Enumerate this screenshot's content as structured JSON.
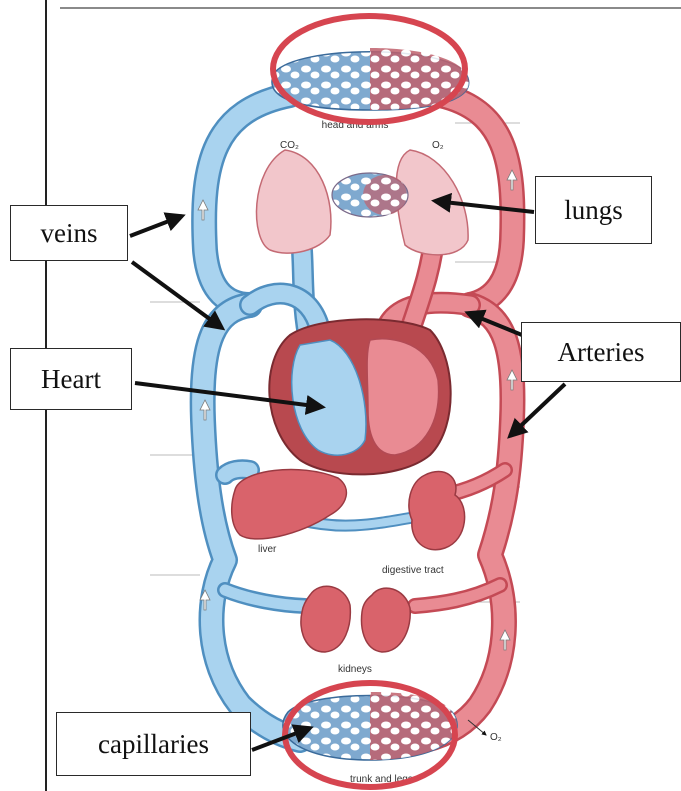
{
  "labels": {
    "veins": "veins",
    "lungs": "lungs",
    "heart": "Heart",
    "arteries": "Arteries",
    "capillaries": "capillaries"
  },
  "small_text": {
    "co2": "CO₂",
    "o2_top": "O₂",
    "o2_bottom": "O₂",
    "head_and_arms": "head and arms",
    "liver": "liver",
    "digestive_tract": "digestive tract",
    "kidneys": "kidneys",
    "trunk_and_legs": "trunk and legs"
  },
  "colors": {
    "vein_blue": "#a9d3ef",
    "vein_edge": "#4f8fc0",
    "artery_red": "#e98b93",
    "artery_edge": "#c44a55",
    "organ_red": "#d9636b",
    "highlight_circle": "#d64550"
  }
}
